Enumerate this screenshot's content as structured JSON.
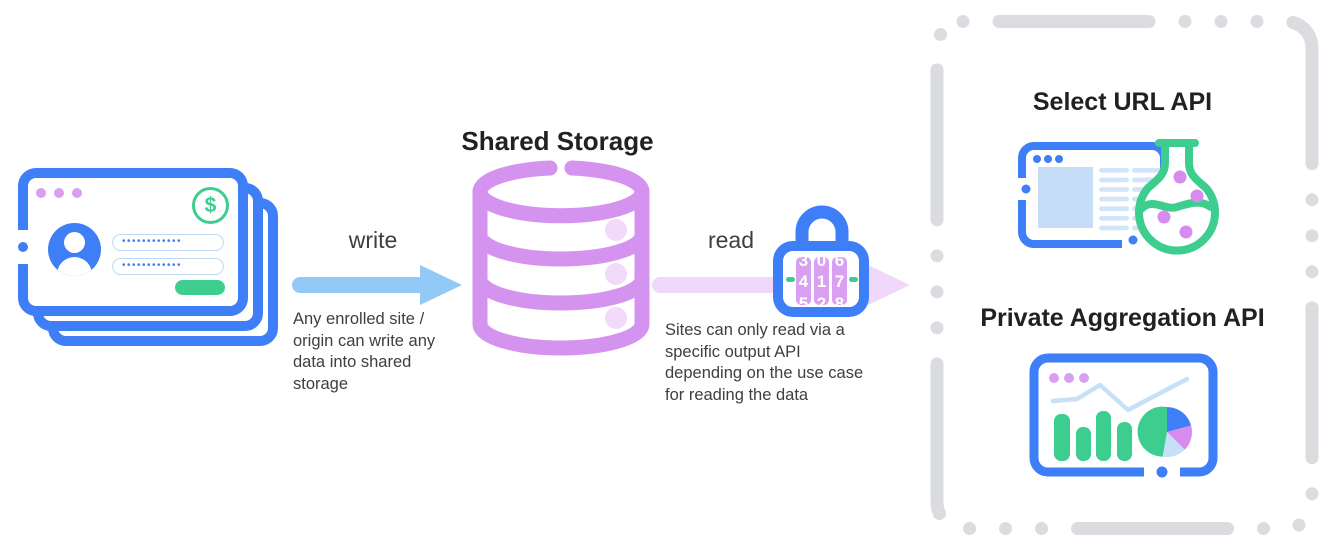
{
  "storage": {
    "title": "Shared Storage"
  },
  "write_flow": {
    "label": "write",
    "caption_lines": [
      "Any enrolled site /",
      "origin can write any",
      "data into shared",
      "storage"
    ]
  },
  "read_flow": {
    "label": "read",
    "caption_lines": [
      "Sites can only read via a",
      "specific output API",
      "depending on the use case",
      "for reading the data"
    ],
    "lock": {
      "top_digits": [
        "3",
        "0",
        "6"
      ],
      "digits": [
        "4",
        "1",
        "7"
      ],
      "bottom_digits": [
        "5",
        "2",
        "8"
      ]
    }
  },
  "apis": {
    "select_url": {
      "title": "Select URL API"
    },
    "private_aggregation": {
      "title": "Private Aggregation API"
    }
  },
  "login_card": {
    "dollar_symbol": "$",
    "password_value": "••••••••••••"
  },
  "colors": {
    "blue": "#3E7EF6",
    "write_arrow_blue": "#92C9F7",
    "pale_blue_fill": "#C6DDF7",
    "green": "#3DCE8F",
    "database_purple": "#D493EE",
    "lavender_dots": "#D9A0F2",
    "read_arrow_pink": "#EFD8F9",
    "flask_dot_purple": "#D78BEF",
    "dash_gray": "#DADCE0",
    "title_text": "#202124",
    "body_text": "#3C4043"
  }
}
